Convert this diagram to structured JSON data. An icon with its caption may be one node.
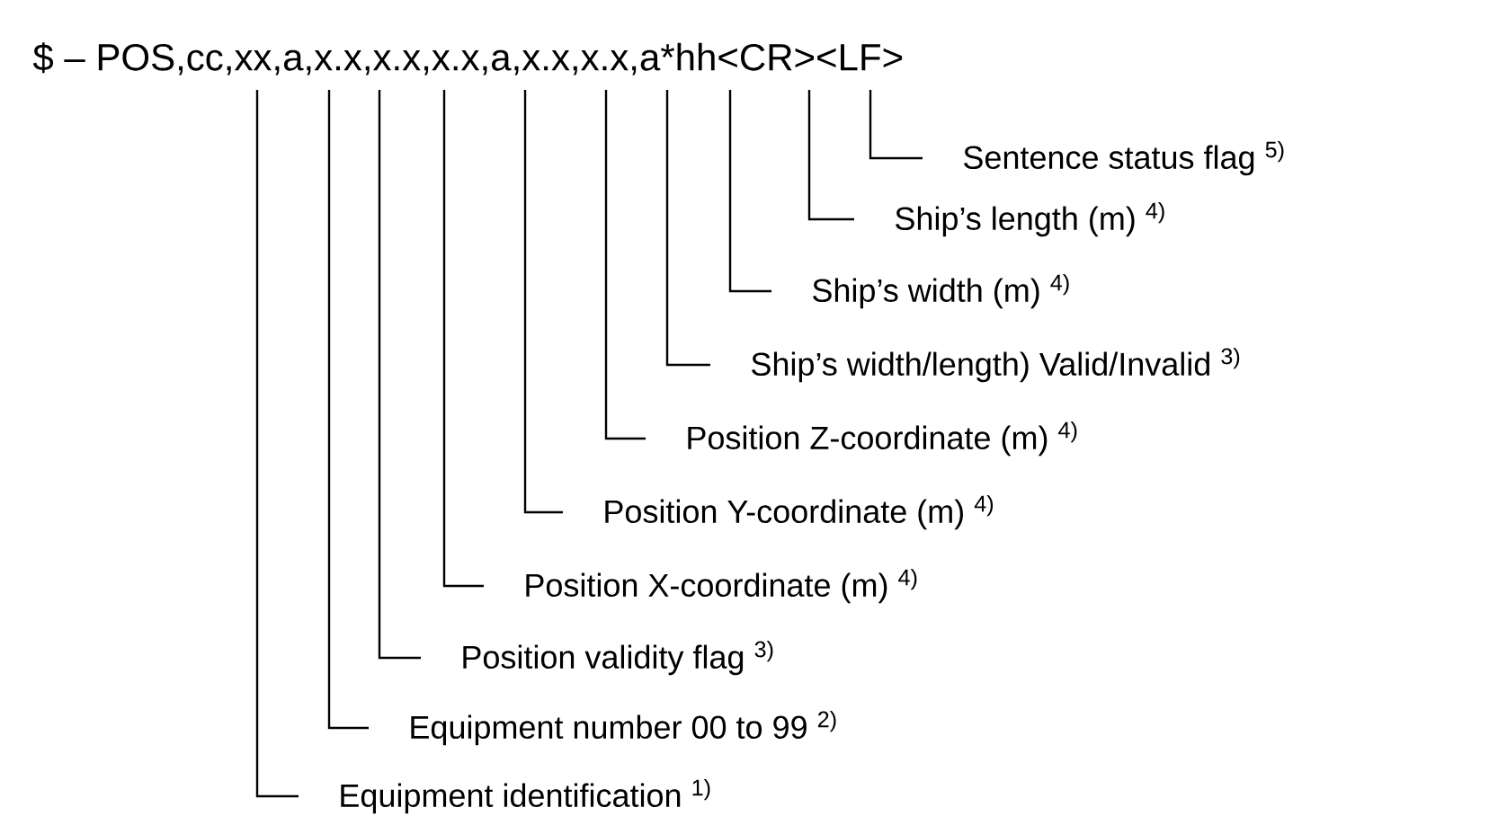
{
  "diagram": {
    "nodes": [
      {
        "text": [
          "$ – POS,cc,xx,a,x.x,x.x,x.x,a,x.x,x.x,a*hh<CR><LF>"
        ]
      },
      {
        "text": [
          "Sentence status flag $^{5)}$"
        ]
      },
      {
        "text": [
          "Ship’s length (m) $^{4)}$"
        ]
      },
      {
        "text": [
          "Ship’s width (m) $^{4)}$"
        ]
      },
      {
        "text": [
          "Ship’s width/length) Valid/Invalid $^{3)}$"
        ]
      },
      {
        "text": [
          "Position Z-coordinate (m) $^{4)}$"
        ]
      },
      {
        "text": [
          "Position Y-coordinate (m) $^{4)}$"
        ]
      },
      {
        "text": [
          "Position X-coordinate (m) $^{4)}$"
        ]
      },
      {
        "text": [
          "Position validity flag $^{3)}$"
        ]
      },
      {
        "text": [
          "Equipment number  00 to 99 $^{2)}$"
        ]
      },
      {
        "text": [
          "Equipment identification $^{1)}$"
        ]
      }
    ],
    "edges": [
      {
        "from": 1,
        "to": 0,
        "arrow": "none"
      },
      {
        "from": 2,
        "to": 0,
        "arrow": "none"
      },
      {
        "from": 3,
        "to": 0,
        "arrow": "none"
      },
      {
        "from": 4,
        "to": 0,
        "arrow": "none"
      },
      {
        "from": 5,
        "to": 0,
        "arrow": "none"
      },
      {
        "from": 6,
        "to": 0,
        "arrow": "none"
      },
      {
        "from": 7,
        "to": 0,
        "arrow": "none"
      },
      {
        "from": 8,
        "to": 0,
        "arrow": "none"
      },
      {
        "from": 9,
        "to": 0,
        "arrow": "none"
      },
      {
        "from": 10,
        "to": 0,
        "arrow": "none"
      }
    ]
  }
}
